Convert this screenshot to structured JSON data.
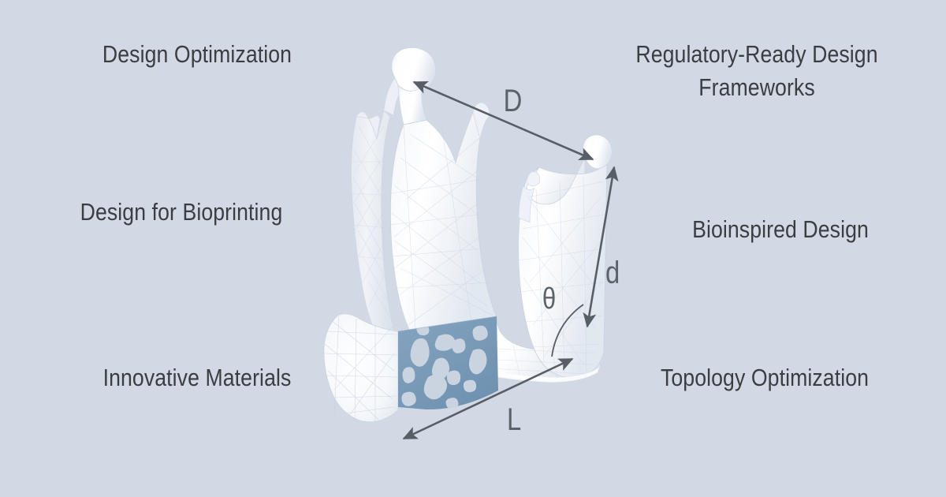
{
  "figure": {
    "background_color": "#d3d9e4",
    "subject": "mandible-3d-model",
    "text_color": "#3a3d42",
    "dimension_color": "#5c6269",
    "scaffold_color": "#7c9cb8",
    "pore_color": "#c9d4e0",
    "bone_color": "#fbfcfd"
  },
  "concepts": {
    "top_left": "Design Optimization",
    "top_right": "Regulatory-Ready Design\nFrameworks",
    "mid_left": "Design for Bioprinting",
    "mid_right": "Bioinspired Design",
    "bottom_left": "Innovative Materials",
    "bottom_right": "Topology Optimization"
  },
  "dimensions": {
    "D": "D",
    "d": "d",
    "L": "L",
    "theta": "θ"
  },
  "annotations": {
    "D_description": "intercondylar distance double-headed arrow",
    "d_description": "ramus height double-headed arrow",
    "L_description": "body length double-headed arrow",
    "theta_description": "gonial angle arc"
  }
}
